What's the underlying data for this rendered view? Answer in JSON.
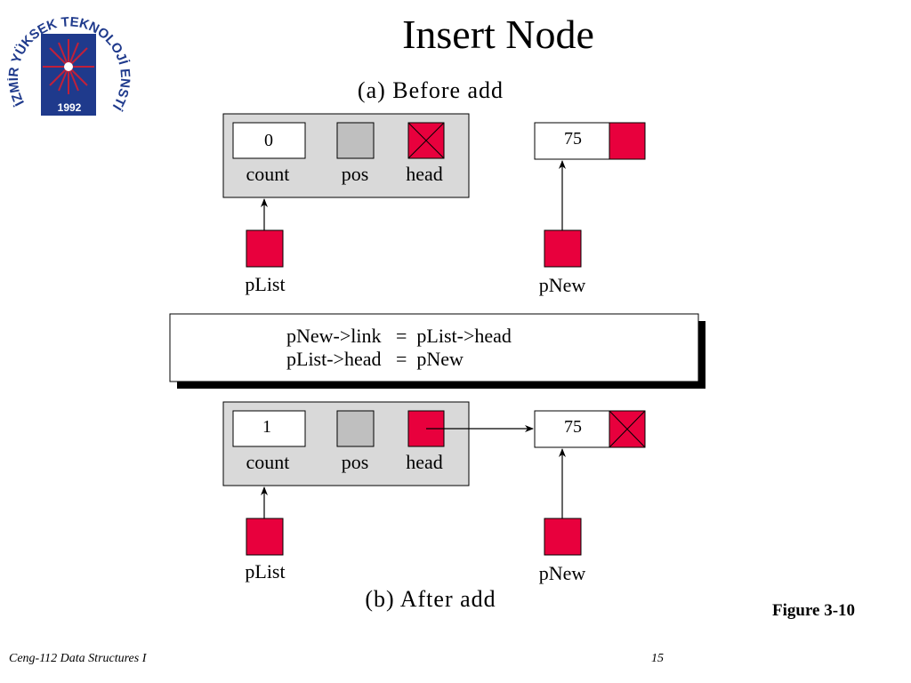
{
  "title": "Insert Node",
  "logo": {
    "ring_text": "İZMİR YÜKSEK TEKNOLOJİ ENSTİTÜSÜ",
    "year": "1992"
  },
  "section_before": {
    "caption": "(a) Before  add",
    "list_head": {
      "count": "0",
      "count_label": "count",
      "pos_label": "pos",
      "head_label": "head",
      "head_state": "null"
    },
    "plist_label": "pList",
    "new_node": {
      "data": "75",
      "link_state": "unset"
    },
    "pnew_label": "pNew"
  },
  "code": {
    "line1": "pNew->link   =  pList->head",
    "line2": "pList->head   =  pNew"
  },
  "section_after": {
    "caption": "(b) After  add",
    "list_head": {
      "count": "1",
      "count_label": "count",
      "pos_label": "pos",
      "head_label": "head",
      "head_state": "points-to-node"
    },
    "plist_label": "pList",
    "new_node": {
      "data": "75",
      "link_state": "null"
    },
    "pnew_label": "pNew"
  },
  "figure_label": "Figure 3-10",
  "footer": {
    "course": "Ceng-112 Data Structures I",
    "page": "15"
  },
  "colors": {
    "pointer_red": "#e8003d",
    "panel_gray": "#d9d9d9",
    "pos_gray": "#bfbfbf",
    "logo_blue": "#1f3a8c",
    "logo_red": "#c0203a"
  }
}
